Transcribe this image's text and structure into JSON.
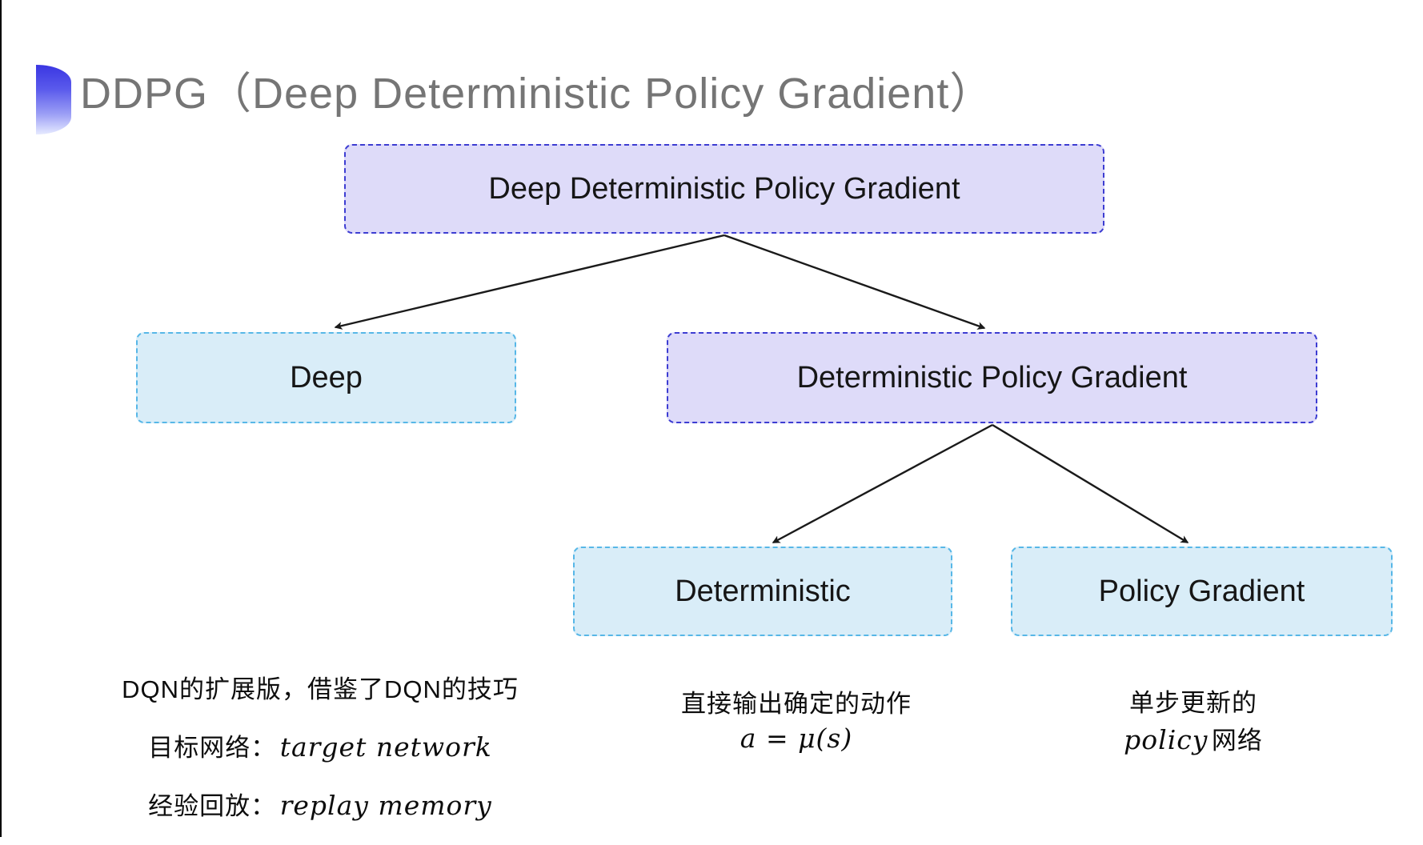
{
  "header": {
    "title": "DDPG（Deep Deterministic Policy Gradient）"
  },
  "tree": {
    "root": {
      "label": "Deep Deterministic Policy Gradient",
      "variant": "purple"
    },
    "deep": {
      "label": "Deep",
      "variant": "cyan"
    },
    "dpg": {
      "label": "Deterministic Policy Gradient",
      "variant": "purple"
    },
    "deterministic": {
      "label": "Deterministic",
      "variant": "cyan"
    },
    "policy_gradient": {
      "label": "Policy Gradient",
      "variant": "cyan"
    }
  },
  "notes": {
    "deep": {
      "line1": "DQN的扩展版，借鉴了DQN的技巧",
      "line2_label": "目标网络：",
      "line2_term": "target network",
      "line3_label": "经验回放：",
      "line3_term": "replay memory"
    },
    "deterministic": {
      "line1": "直接输出确定的动作",
      "formula": "a = μ(s)"
    },
    "policy_gradient": {
      "line1": "单步更新的",
      "term": "policy",
      "suffix": " 网络"
    }
  },
  "colors": {
    "purple_fill": "#dedbf9",
    "purple_border": "#3d3dd2",
    "cyan_fill": "#d9edf8",
    "cyan_border": "#57b7e7",
    "title_gray": "#757575",
    "arrow": "#1a1a1a"
  }
}
